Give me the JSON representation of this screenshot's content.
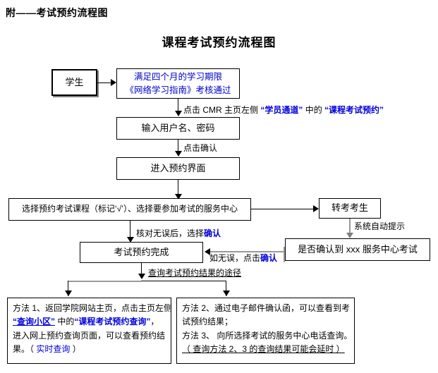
{
  "document": {
    "heading": "附——考试预约流程图",
    "title": "课程考试预约流程图"
  },
  "nodes": {
    "student": "学生",
    "prerequisite_line1": "满足四个月的学习期限",
    "prerequisite_line2": "《网络学习指南》考核通过",
    "login": "输入用户名、密码",
    "enter_interface": "进入预约界面",
    "select_course": "选择预约考试课程（标记‘√’）、选择要参加考试的服务中心",
    "transfer_candidate": "转考考生",
    "confirm_center": "是否确认到 xxx 服务中心考试",
    "booking_done": "考试预约完成"
  },
  "edges": {
    "to_login_pre": "点击 CMR 主页左侧 ",
    "to_login_hl1": "“学员通道”",
    "to_login_mid": " 中的 ",
    "to_login_hl2": "“课程考试预约”",
    "click_confirm": "点击确认",
    "verify_pre": "核对无误后，选择",
    "verify_hl": "确认",
    "no_error_pre": "如无误，点击",
    "no_error_hl": "确认",
    "system_prompt": "系统自动提示",
    "query_methods": "查询考试预约结果的途径"
  },
  "method_box_left": {
    "line1": "方法 1、返回学院网站主页，点击主页左侧",
    "line2_hl1": "“查询小区”",
    "line2_mid": " 中的",
    "line2_hl2": "“课程考试预约查询”",
    "line2_end": "，",
    "line3": "进入网上预约查询页面，可以查看预约结",
    "line4_pre": "果。（ ",
    "line4_hl": "实时查询",
    "line4_end": " ）"
  },
  "method_box_right": {
    "line1": "方法 2、通过电子邮件确认函，可以查看到考",
    "line2": "试预约结果；",
    "line3": "方法 3、 向所选择考试的服务中心电话查询。",
    "line4": "（ 查询方法 2、3 的查询结果可能会延时 ）"
  },
  "colors": {
    "accent_blue": "#0000cc",
    "line_black": "#000000",
    "line_gray": "#9a9a9a",
    "background": "#ffffff"
  }
}
